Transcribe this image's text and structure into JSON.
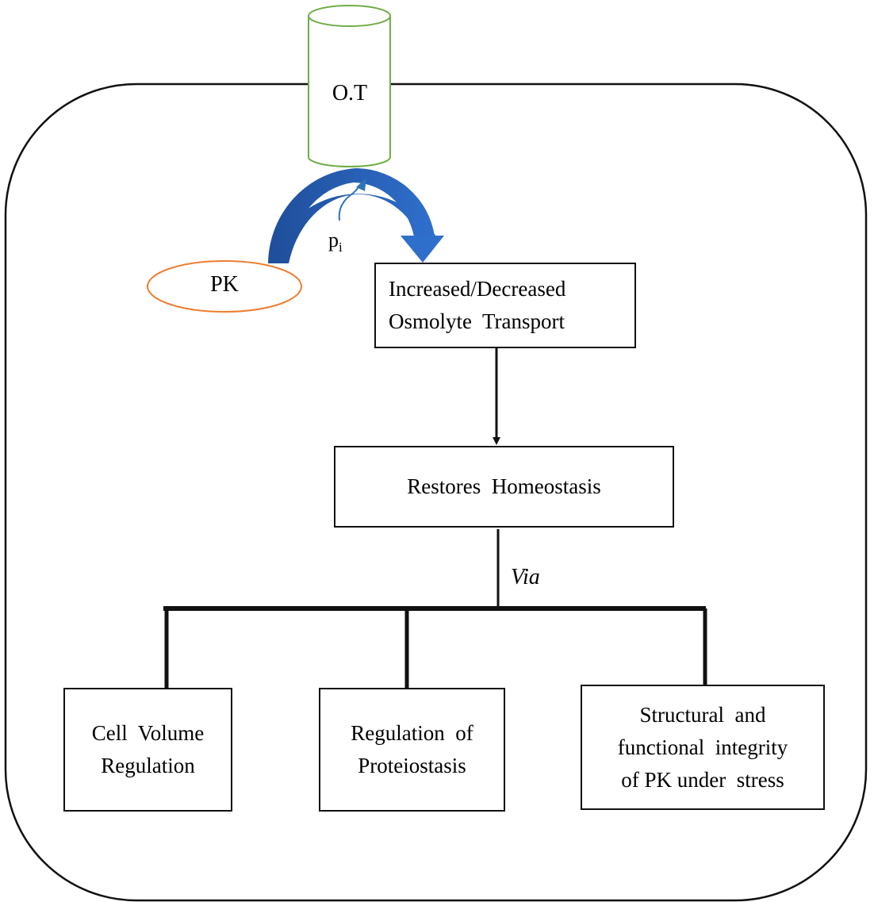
{
  "diagram": {
    "type": "flowchart",
    "cell_outline": {
      "shape": "rounded-rectangle",
      "stroke": "#111111"
    },
    "channel": {
      "label": "O.T",
      "shape": "cylinder",
      "stroke": "#70AD47"
    },
    "kinase": {
      "label": "PK",
      "shape": "ellipse",
      "stroke": "#ED7D31"
    },
    "phosphate": {
      "label_base": "p",
      "label_sub": "i",
      "arrow_color": "#2E75B6"
    },
    "curved_arrow": {
      "color_start": "#1F4E9A",
      "color_end": "#2F6FCC"
    },
    "nodes": {
      "transport": {
        "lines": [
          "Increased/Decreased",
          "Osmolyte  Transport"
        ]
      },
      "homeostasis": {
        "lines": [
          "Restores  Homeostasis"
        ]
      },
      "via_label": "Via",
      "outcomes": [
        {
          "lines": [
            "Cell  Volume",
            "Regulation"
          ]
        },
        {
          "lines": [
            "Regulation  of",
            "Proteiostasis"
          ]
        },
        {
          "lines": [
            "Structural  and",
            "functional  integrity",
            "of PK under  stress"
          ]
        }
      ]
    },
    "edges": [
      {
        "from": "PK",
        "to": "transport",
        "via": "O.T",
        "style": "curved-blue-arrow"
      },
      {
        "from": "transport",
        "to": "homeostasis",
        "style": "arrow"
      },
      {
        "from": "homeostasis",
        "to": "outcomes",
        "style": "bracket",
        "label": "Via"
      }
    ]
  }
}
